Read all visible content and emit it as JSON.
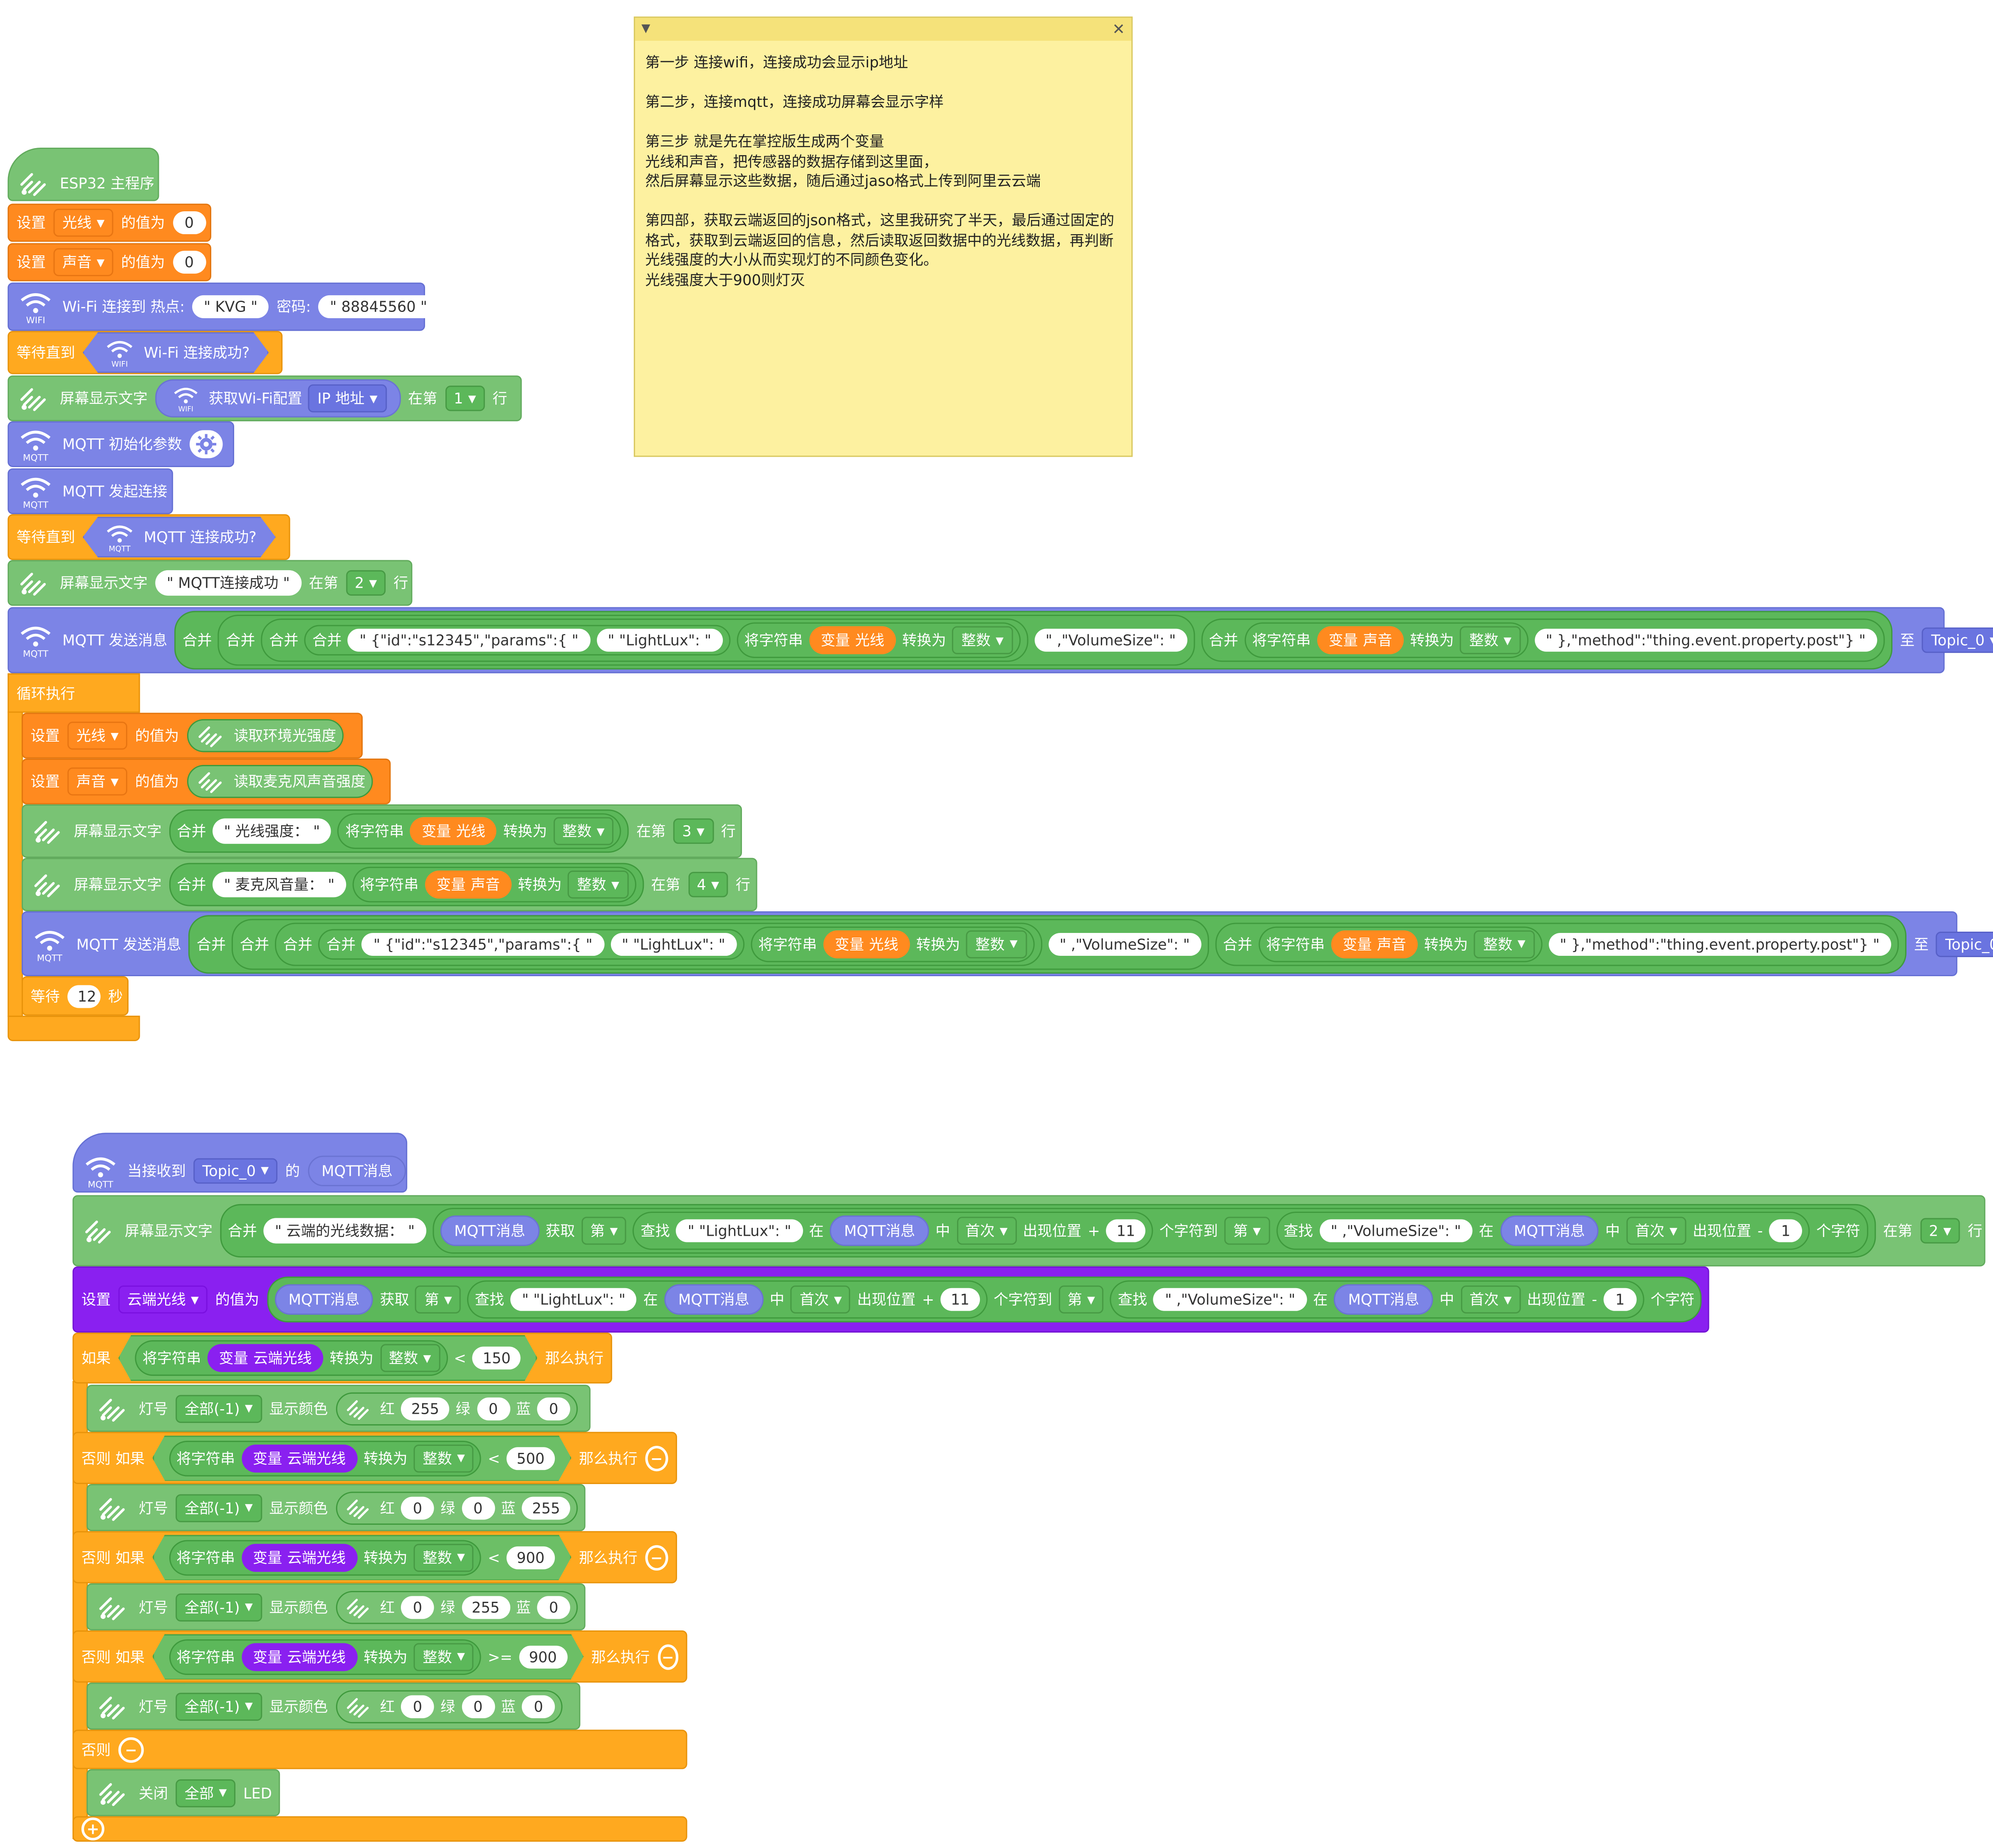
{
  "note": {
    "collapse_icon": "triangle-down-icon",
    "close_icon": "close-icon",
    "paragraphs": [
      [
        "第一步 连接wifi，连接成功会显示ip地址"
      ],
      [
        "第二步，连接mqtt，连接成功屏幕会显示字样"
      ],
      [
        "第三步  就是先在掌控版生成两个变量",
        "光线和声音，把传感器的数据存储到这里面，",
        "然后屏幕显示这些数据，随后通过jaso格式上传到阿里云云端"
      ],
      [
        "第四部，获取云端返回的json格式，这里我研究了半天，最后通过固定的",
        "格式，获取到云端返回的信息，然后读取返回数据中的光线数据，再判断",
        "光线强度的大小从而实现灯的不同颜色变化。",
        "光线强度大于900则灯灭"
      ]
    ]
  },
  "common": {
    "set": "设置",
    "value_of": "的值为",
    "merge": "合并",
    "to_string": "将字符串",
    "convert": "转换为",
    "int": "整数",
    "variable": "变量",
    "light": "光线",
    "sound": "声音",
    "at_row": "在第",
    "row": "行",
    "to": "至",
    "topic": "Topic_0",
    "screen_text": "屏幕显示文字",
    "mqtt_send": "MQTT 发送消息",
    "wait_until": "等待直到",
    "s_json1": "\" {\"id\":\"s12345\",\"params\":{ \"",
    "s_lightlux": "\" \"LightLux\": \"",
    "s_volume": "\" ,\"VolumeSize\": \"",
    "s_method": "\" },\"method\":\"thing.event.property.post\"} \"",
    "mqtt_msg": "MQTT消息",
    "get": "获取",
    "nth": "第",
    "find": "查找",
    "in": "在",
    "middle": "中",
    "first": "首次",
    "position": "出现位置",
    "plus": "+",
    "minus": "-",
    "chars_to": "个字符到",
    "chars": "个字符",
    "cloud_light": "云端光线",
    "lamp": "灯号",
    "all_m1": "全部(-1)",
    "show_color": "显示颜色",
    "red": "红",
    "green": "绿",
    "blue": "蓝",
    "if": "如果",
    "then": "那么执行",
    "else_if": "否则 如果",
    "else": "否则",
    "lt": "<",
    "ge": ">=",
    "off": "关闭",
    "all": "全部",
    "led": "LED"
  },
  "main": {
    "hat_label": "ESP32 主程序",
    "light_init": "0",
    "sound_init": "0",
    "wifi_connect": "Wi-Fi 连接到 热点:",
    "ssid": "\" KVG \"",
    "pwd_label": "密码:",
    "password": "\" 88845560 \"",
    "wifi_ok": "Wi-Fi 连接成功?",
    "get_wifi": "获取Wi-Fi配置",
    "ip": "IP 地址",
    "row1": "1",
    "mqtt_init": "MQTT 初始化参数",
    "mqtt_connect": "MQTT 发起连接",
    "mqtt_ok": "MQTT 连接成功?",
    "mqtt_ok_text": "\" MQTT连接成功 \"",
    "row2": "2",
    "loop": "循环执行",
    "read_light": "读取环境光强度",
    "read_mic": "读取麦克风声音强度",
    "light_label": "\" 光线强度： \"",
    "row3": "3",
    "mic_label": "\" 麦克风音量： \"",
    "row4": "4",
    "wait": "等待",
    "wait_secs": "12",
    "seconds": "秒"
  },
  "recv": {
    "when": "当接收到",
    "of": "的",
    "cloud_data": "\" 云端的光线数据： \"",
    "n11": "11",
    "n1": "1",
    "row2": "2",
    "t150": "150",
    "t500": "500",
    "t900": "900",
    "t900b": "900",
    "c1": [
      "255",
      "0",
      "0"
    ],
    "c2": [
      "0",
      "0",
      "255"
    ],
    "c3": [
      "0",
      "255",
      "0"
    ],
    "c4": [
      "0",
      "0",
      "0"
    ]
  },
  "colors": {
    "orange": "#ff8a1f",
    "wifi_blue": "#7c84e6",
    "green": "#79c374",
    "yellow": "#ffa91f",
    "purple": "#8a20f0"
  }
}
